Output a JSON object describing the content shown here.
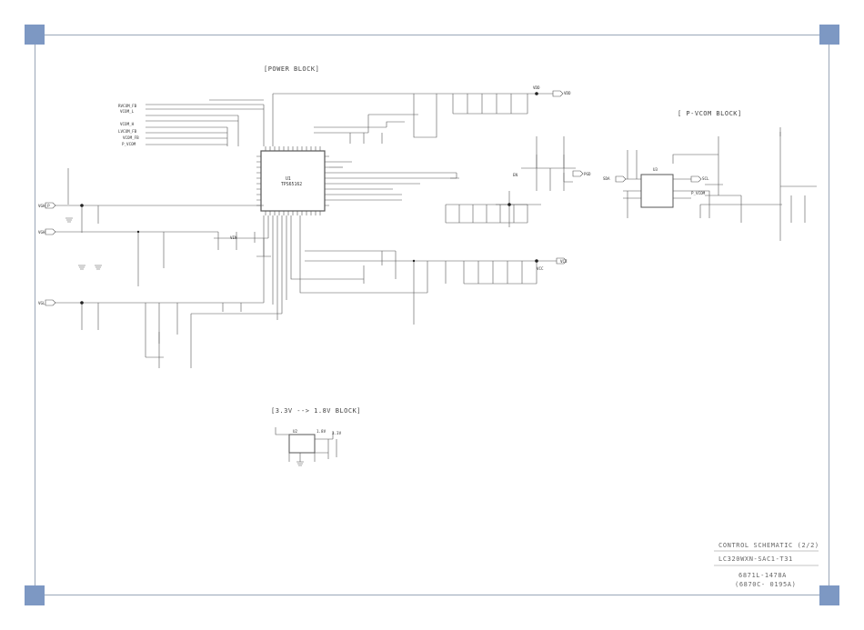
{
  "titles": {
    "power_block": "[POWER BLOCK]",
    "pvcom_block": "[ P-VCOM BLOCK]",
    "ldo_block": "[3.3V --> 1.8V BLOCK]"
  },
  "title_block": {
    "line1": "CONTROL SCHEMATIC (2/2)",
    "line2": "LC320WXN-SAC1-T31",
    "line3": "6871L-1478A",
    "line4": "(6870C- 0195A)"
  },
  "labels": {
    "main_ic": "TPS65162",
    "main_ic_ref": "U1",
    "vdd": "VDD",
    "vgh": "VGH",
    "vgl": "VGL",
    "vcc": "VCC",
    "vin": "VIN",
    "vgh_p": "VGH_P",
    "vcom_fb": "VCOM_FB",
    "rvcom_fb": "RVCOM_FB",
    "vcom_l": "VCOM_L",
    "vcom_h": "VCOM_H",
    "lvcom_fb": "LVCOM_FB",
    "p_vcom": "P_VCOM",
    "sda": "SDA",
    "scl": "SCL",
    "p_vcom2": "P_VCOM",
    "en": "EN",
    "pgd": "PGD",
    "ic2": "U2",
    "ic3": "U3",
    "v18": "1.8V",
    "v33": "3.3V"
  },
  "colors": {
    "wire": "#555555",
    "frame": "#9aa6b8",
    "corner": "#7d98c3"
  }
}
